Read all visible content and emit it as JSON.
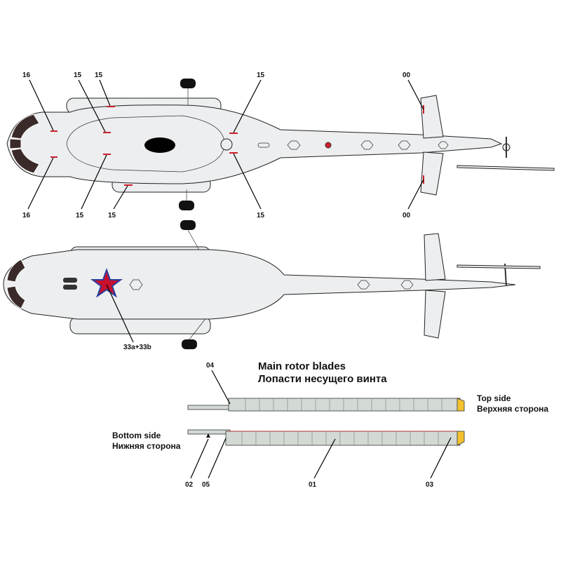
{
  "callouts": {
    "top_left_16": "16",
    "top_15_a": "15",
    "top_15_b": "15",
    "top_15_c": "15",
    "top_00": "00",
    "bot_16": "16",
    "bot_15_a": "15",
    "bot_15_b": "15",
    "bot_15_c": "15",
    "bot_00": "00",
    "star": "33a+33b",
    "blade_04": "04",
    "blade_02": "02",
    "blade_05": "05",
    "blade_01": "01",
    "blade_03": "03"
  },
  "blades": {
    "title_en": "Main rotor blades",
    "title_ru": "Лопасти несущего винта",
    "top_en": "Top side",
    "top_ru": "Верхняя сторона",
    "bottom_en": "Bottom side",
    "bottom_ru": "Нижняя сторона"
  },
  "colors": {
    "fuselage": "#eceeef",
    "glass": "#3a2a2a",
    "decal_red": "#cc1f2a",
    "blade": "#d3dad4",
    "tip": "#f2c230",
    "star_red": "#c8102e",
    "star_blue": "#2c3e9e"
  }
}
